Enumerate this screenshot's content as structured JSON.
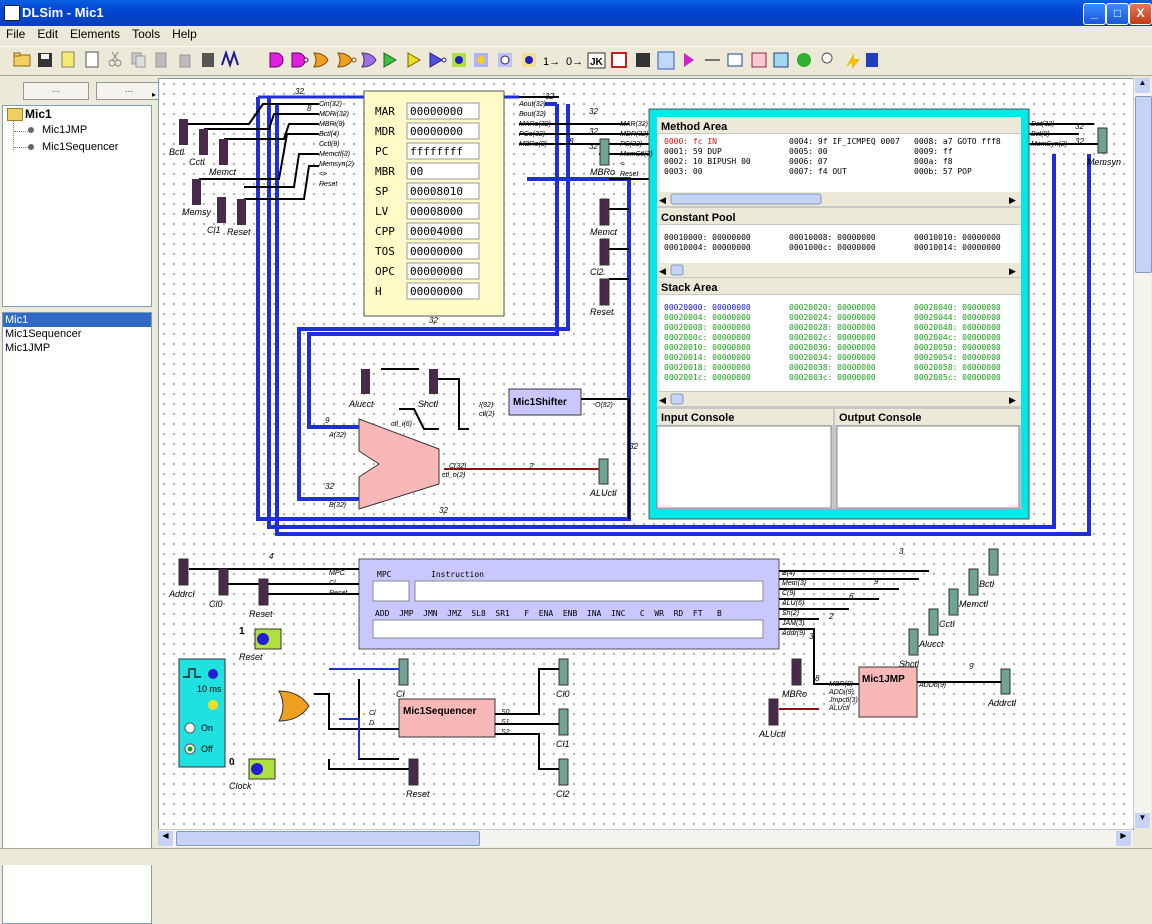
{
  "window": {
    "title": "DLSim - Mic1",
    "minimize": "_",
    "maximize": "□",
    "close": "X"
  },
  "menu": [
    "File",
    "Edit",
    "Elements",
    "Tools",
    "Help"
  ],
  "toolbar": {
    "icons": [
      "open-icon",
      "save-icon",
      "new-icon",
      "new-doc-icon",
      "cut-icon",
      "copy-icon",
      "paste-icon",
      "delete-icon",
      "trash-icon",
      "waveform-icon",
      "and-gate-icon",
      "nand-gate-icon",
      "or-gate-icon",
      "nor-gate-icon",
      "xor-gate-icon",
      "xnor-gate-icon",
      "buffer-icon",
      "not-gate-icon",
      "input-icon",
      "led-icon",
      "button-icon",
      "display-icon"
    ],
    "labels": [
      "1→",
      "0→",
      "JK"
    ]
  },
  "left": {
    "nav_buttons": [
      "...",
      "..."
    ],
    "tree": {
      "root": "Mic1",
      "children": [
        "Mic1JMP",
        "Mic1Sequencer"
      ]
    },
    "list": [
      "Mic1",
      "Mic1Sequencer",
      "Mic1JMP"
    ]
  },
  "registers": [
    {
      "name": "MAR",
      "value": "00000000"
    },
    {
      "name": "MDR",
      "value": "00000000"
    },
    {
      "name": "PC",
      "value": "ffffffff"
    },
    {
      "name": "MBR",
      "value": "00"
    },
    {
      "name": "SP",
      "value": "00008010"
    },
    {
      "name": "LV",
      "value": "00008000"
    },
    {
      "name": "CPP",
      "value": "00004000"
    },
    {
      "name": "TOS",
      "value": "00000000"
    },
    {
      "name": "OPC",
      "value": "00000000"
    },
    {
      "name": "H",
      "value": "00000000"
    }
  ],
  "reg_in_ports": [
    "Cin(32)",
    "MDRi(32)",
    "MBRi(8)",
    "Bctl(4)",
    "Cctl(9)",
    "Memctl(3)",
    "Memsyn(2)",
    "<>",
    "Reset"
  ],
  "reg_out_ports": [
    "Aout(32)",
    "Bout(32)",
    "MARo(32)",
    "PCo(32)",
    "MBRo(8)"
  ],
  "memory": {
    "in_ports": [
      "MAR(32)",
      "MDR(32)",
      "PC(32)",
      "MemCtl(3)",
      "<",
      "Reset"
    ],
    "out_ports": [
      "Dat(32)",
      "Bct(8)",
      "MemSyn(2)"
    ],
    "method_title": "Method Area",
    "method_rows": [
      [
        "0000: fc IN",
        "0004: 9f IF_ICMPEQ 0007",
        "0008: a7 GOTO fff8"
      ],
      [
        "0001: 59 DUP",
        "0005: 00",
        "0009: ff"
      ],
      [
        "0002: 10 BIPUSH 00",
        "0006: 07",
        "000a: f8"
      ],
      [
        "0003: 00",
        "0007: f4 OUT",
        "000b: 57 POP"
      ]
    ],
    "constant_title": "Constant Pool",
    "constant_rows": [
      [
        "00010000: 00000000",
        "00010008: 00000000",
        "00010010: 00000000"
      ],
      [
        "00010004: 00000000",
        "0001000c: 00000000",
        "00010014: 00000000"
      ]
    ],
    "stack_title": "Stack Area",
    "stack_rows": [
      [
        "00020000: 00000000",
        "00020020: 00000000",
        "00020040: 00000000"
      ],
      [
        "00020004: 00000000",
        "00020024: 00000000",
        "00020044: 00000000"
      ],
      [
        "00020008: 00000000",
        "00020028: 00000000",
        "00020048: 00000000"
      ],
      [
        "0002000c: 00000000",
        "0002002c: 00000000",
        "0002004c: 00000000"
      ],
      [
        "00020010: 00000000",
        "00020030: 00000000",
        "00020050: 00000000"
      ],
      [
        "00020014: 00000000",
        "00020034: 00000000",
        "00020054: 00000000"
      ],
      [
        "00020018: 00000000",
        "00020038: 00000000",
        "00020058: 00000000"
      ],
      [
        "0002001c: 00000000",
        "0002003c: 00000000",
        "0002005c: 00000000"
      ]
    ],
    "input_console": "Input Console",
    "output_console": "Output Console"
  },
  "pins_top": [
    "Bctl",
    "Cctl",
    "Memct",
    "Memsy",
    "Cl1",
    "Reset"
  ],
  "pins_mid": [
    "MBRo",
    "Memct",
    "Cl2",
    "Reset"
  ],
  "pin_memsyn": "Memsyn",
  "alu": {
    "in_labels": [
      "A(32)",
      "B(32)",
      "ctl_i(6)"
    ],
    "out_labels": [
      "C(32)",
      "ctl_o(2)"
    ],
    "pin_alucct": "Alucct",
    "pin_shctl": "Shctl",
    "pin_aluctl": "ALUctl"
  },
  "shifter": {
    "name": "Mic1Shifter",
    "ports": [
      "I(32)",
      "ctl(2)",
      "O(32)"
    ]
  },
  "control": {
    "header": [
      "MPC",
      "Instruction"
    ],
    "fields": "ADD  JMP  JMN  JMZ  SL8  SR1   F  ENA  ENB  INA  INC   C  WR  RD  FT   B",
    "in_ports": [
      "MPC",
      "Cl",
      "Reset"
    ],
    "out_ports": [
      "B(4)",
      "Mem(3)",
      "C(9)",
      "ALU(6)",
      "Sh(2)",
      "JAM(3)",
      "Addr(9)"
    ],
    "pin_labels": [
      "Addrcl",
      "Cl0",
      "Reset",
      "Bctl",
      "Memctl",
      "Cctl",
      "Alucct",
      "Shctl",
      "MBRo",
      "ALUctl"
    ]
  },
  "jmp": {
    "name": "Mic1JMP",
    "ports": [
      "MBR(8)",
      "ADDi(9)",
      "Jmpctl(3)",
      "ALUctl",
      "ADDo(9)"
    ],
    "pin": "Addrctl"
  },
  "sequencer": {
    "name": "Mic1Sequencer",
    "in_ports": [
      "Cl",
      "D"
    ],
    "out_ports": [
      "S0",
      "S1",
      "S2"
    ],
    "pins": [
      "Cl",
      "Cl0",
      "Cl1",
      "Cl2",
      "Reset"
    ]
  },
  "clock": {
    "period": "10 ms",
    "on": "On",
    "off": "Off"
  },
  "switches": [
    {
      "label": "Reset",
      "value": "1"
    },
    {
      "label": "Clock",
      "value": "0"
    }
  ],
  "bus_labels": [
    "32",
    "32",
    "8",
    "32",
    "32",
    "32",
    "8",
    "32",
    "32",
    "32",
    "32",
    "32",
    "32",
    "9",
    "4",
    "3",
    "9",
    "6",
    "2",
    "3",
    "9",
    "8",
    "2"
  ],
  "colors": {
    "bus": "#1E2FD8",
    "wire": "#000000",
    "pin": "#4A2A4A",
    "outpin": "#6FA396",
    "mem_border": "#00E0E0",
    "reg_bg": "#FFFBC8",
    "block": "#C8C8FF",
    "alu": "#F8B8B8"
  }
}
